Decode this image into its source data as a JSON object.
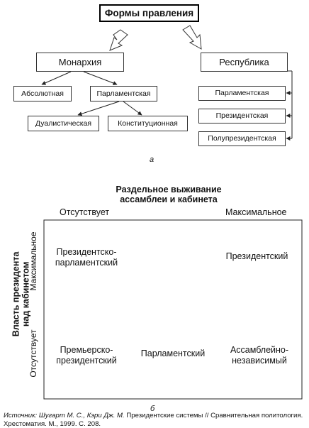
{
  "diagram_a": {
    "root": "Формы правления",
    "monarchy": "Монархия",
    "republic": "Республика",
    "monarchy_children": [
      "Абсолютная",
      "Парламентская"
    ],
    "parliamentary_children": [
      "Дуалистическая",
      "Конституционная"
    ],
    "republic_children": [
      "Парламентская",
      "Президентская",
      "Полупрезидентская"
    ],
    "caption": "а"
  },
  "diagram_b": {
    "col_axis_title": "Раздельное выживание ассамблеи и кабинета",
    "col_left": "Отсутствует",
    "col_right": "Максимальное",
    "row_axis_title": "Власть президента над кабинетом",
    "row_top": "Максимальное",
    "row_bottom": "Отсутствует",
    "cells": {
      "top_left": "Президентско-парламентский",
      "top_right": "Президентский",
      "bottom_left": "Премьерско-президентский",
      "bottom_center": "Парламентский",
      "bottom_right": "Ассамблейно-независимый"
    },
    "caption": "б"
  },
  "source": {
    "label": "Источник:",
    "authors": "Шугарт М. С., Кэри Дж. М.",
    "text": "Президентские системы // Сравнительная политология. Хрестоматия. М., 1999. С. 208."
  }
}
